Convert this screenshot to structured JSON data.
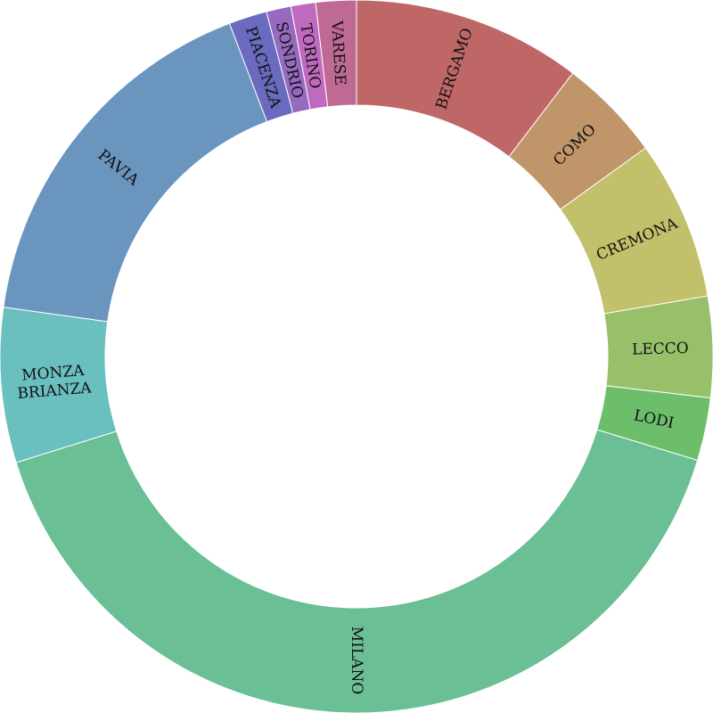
{
  "chart_data": {
    "type": "pie",
    "donut": true,
    "title": "",
    "legend": "none",
    "start_angle_deg": 0,
    "direction": "clockwise",
    "slices": [
      {
        "label": "BERGAMO",
        "value": 10.2,
        "color": "#bf6767"
      },
      {
        "label": "COMO",
        "value": 4.6,
        "color": "#c0956a"
      },
      {
        "label": "CREMONA",
        "value": 7.1,
        "color": "#c2c06a"
      },
      {
        "label": "LECCO",
        "value": 4.5,
        "color": "#98c06a"
      },
      {
        "label": "LODI",
        "value": 2.8,
        "color": "#6dbe6a"
      },
      {
        "label": "MILANO",
        "value": 39.8,
        "color": "#6abf95"
      },
      {
        "label": "MONZA BRIANZA",
        "value": 6.9,
        "color": "#6abfbf"
      },
      {
        "label": "PAVIA",
        "value": 16.7,
        "color": "#6a95bf"
      },
      {
        "label": "PIACENZA",
        "value": 1.7,
        "color": "#6a6abf"
      },
      {
        "label": "SONDRIO",
        "value": 1.1,
        "color": "#956abf"
      },
      {
        "label": "TORINO",
        "value": 1.1,
        "color": "#bf6abf"
      },
      {
        "label": "VARESE",
        "value": 1.8,
        "color": "#bf6a95"
      }
    ]
  }
}
